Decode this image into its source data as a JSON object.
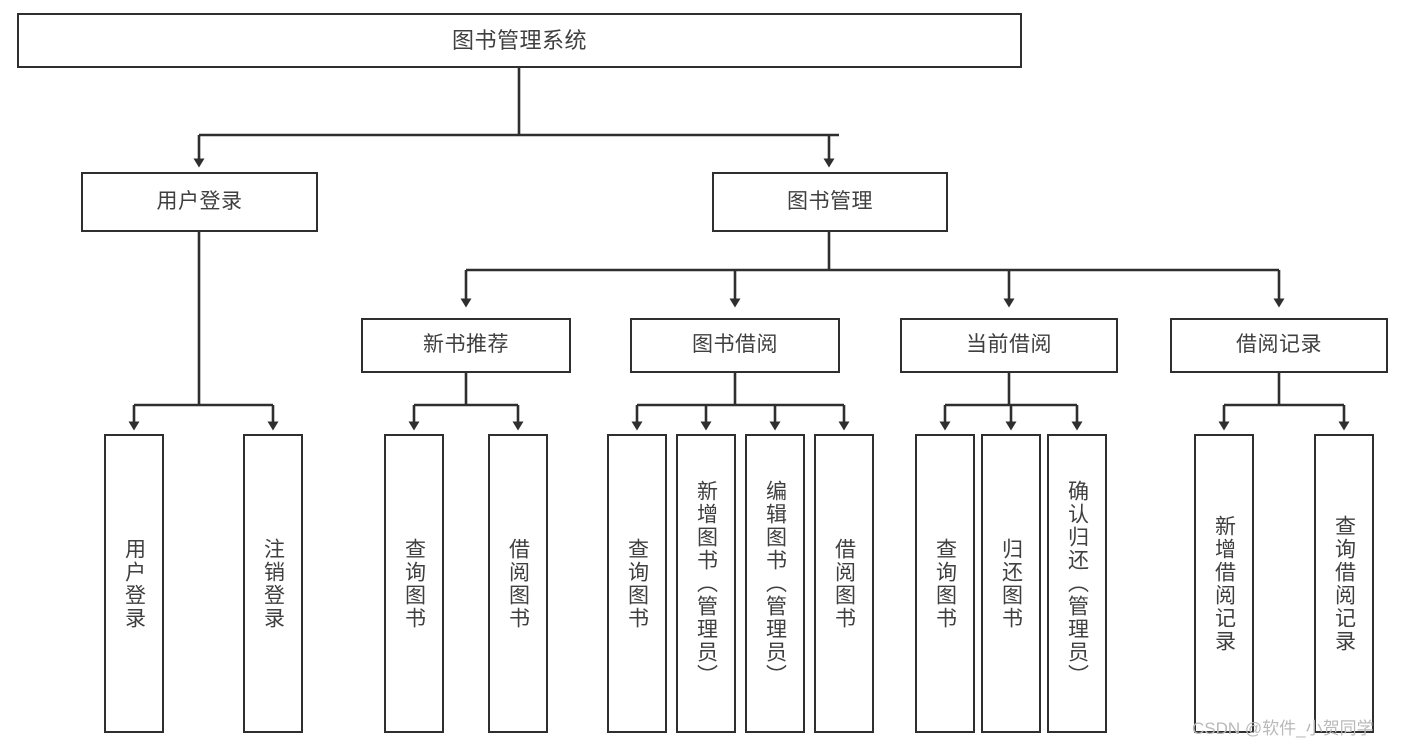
{
  "diagram": {
    "type": "tree-hierarchy-chart",
    "title": "图书管理系统",
    "line_color": "#2f2f2f",
    "text_color": "#3f3f3f",
    "background_color": "#ffffff",
    "watermark": "CSDN @软件_小贺同学"
  },
  "nodes": {
    "root": {
      "label": "图书管理系统"
    },
    "level2": [
      {
        "label": "用户登录"
      },
      {
        "label": "图书管理"
      }
    ],
    "level3": [
      {
        "label": "新书推荐"
      },
      {
        "label": "图书借阅"
      },
      {
        "label": "当前借阅"
      },
      {
        "label": "借阅记录"
      }
    ],
    "leaves": {
      "user_login": [
        {
          "label": "用户登录"
        },
        {
          "label": "注销登录"
        }
      ],
      "new_book_recommend": [
        {
          "label": "查询图书"
        },
        {
          "label": "借阅图书"
        }
      ],
      "book_borrow": [
        {
          "label": "查询图书"
        },
        {
          "label": "新增图书（管理员）"
        },
        {
          "label": "编辑图书（管理员）"
        },
        {
          "label": "借阅图书"
        }
      ],
      "current_borrow": [
        {
          "label": "查询图书"
        },
        {
          "label": "归还图书"
        },
        {
          "label": "确认归还（管理员）"
        }
      ],
      "borrow_record": [
        {
          "label": "新增借阅记录"
        },
        {
          "label": "查询借阅记录"
        }
      ]
    }
  }
}
